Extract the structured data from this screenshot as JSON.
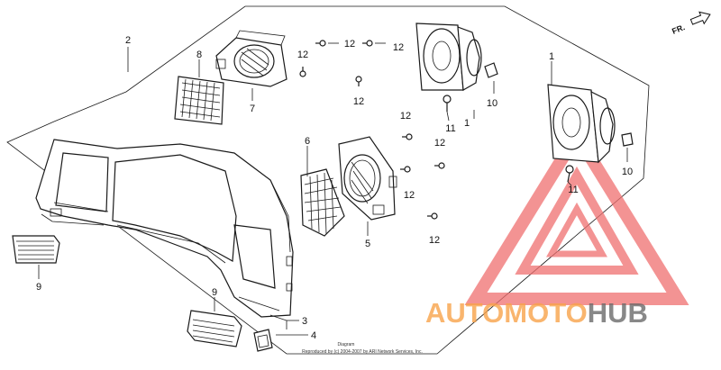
{
  "diagram": {
    "callouts": {
      "c1": "1",
      "c2": "2",
      "c3": "3",
      "c4": "4",
      "c5": "5",
      "c6": "6",
      "c7": "7",
      "c8": "8",
      "c9a": "9",
      "c9b": "9",
      "c10a": "10",
      "c10b": "10",
      "c11a": "11",
      "c11b": "11",
      "c12a": "12",
      "c12b": "12",
      "c12c": "12",
      "c12d": "12",
      "c12e": "12",
      "c12f": "12",
      "c12g": "12",
      "c12h": "12"
    },
    "direction": "FR.",
    "copyright_line1": "Diagram",
    "copyright_line2": "Reproduced by (c) 2004-2007 by ARI Network Services, Inc."
  },
  "watermark": {
    "part1": "AUTOMOTO",
    "part2": "HUB",
    "colors": {
      "accent": "#f7a34a",
      "dark": "#6a6a6a",
      "triangle": "#f07070"
    }
  }
}
